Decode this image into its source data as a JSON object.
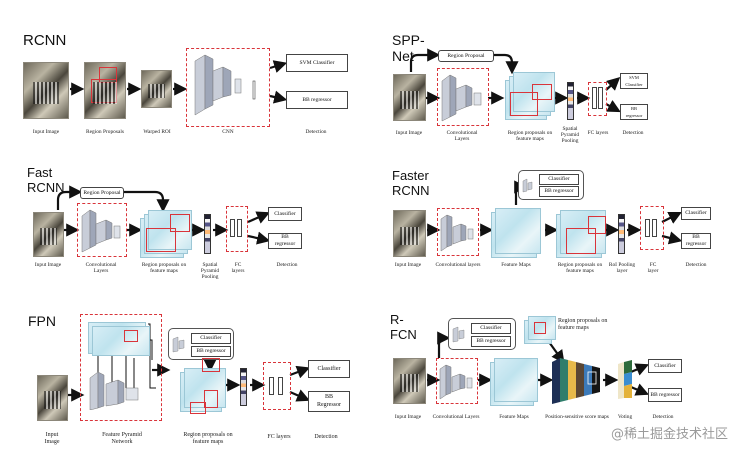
{
  "rcnn": {
    "title": "RCNN",
    "input": "Input Image",
    "proposals": "Region Proposals",
    "warped": "Warped ROI",
    "cnn": "CNN",
    "svm": "SVM Classifier",
    "bb": "BB regressor",
    "detection": "Detection"
  },
  "spp": {
    "title": "SPP-Net",
    "region_proposal": "Region Proposal",
    "input": "Input Image",
    "conv": "Convolutional\nLayers",
    "proposals": "Region proposals on\nfeature maps",
    "spatial": "Spatial\nPyramid\nPooling",
    "fc": "FC layers",
    "detection": "Detection",
    "svm": "SVM\nClassifier",
    "bb": "BB\nregressor"
  },
  "fast": {
    "title": "Fast RCNN",
    "region_proposal": "Region Proposal",
    "input": "Input Image",
    "conv": "Convolutional\nLayers",
    "proposals": "Region proposals on\nfeature maps",
    "spatial": "Spatial\nPyramid\nPooling",
    "fc": "FC\nlayers",
    "detection": "Detection",
    "classifier": "Classifier",
    "bb": "BB\nregressor"
  },
  "faster": {
    "title": "Faster RCNN",
    "classifier_top": "Classifier",
    "bb_top": "BB regressor",
    "input": "Input Image",
    "conv": "Convolutional layers",
    "fmaps": "Feature Maps",
    "proposals": "Region proposals on\nfeature maps",
    "roi": "RoI Pooling\nlayer",
    "fc": "FC\nlayer",
    "detection": "Detection",
    "classifier": "Classifier",
    "bb": "BB\nregressor"
  },
  "fpn": {
    "title": "FPN",
    "classifier_top": "Classifier",
    "bb_top": "BB regressor",
    "input": "Input\nImage",
    "pyramid": "Feature Pyramid\nNetwork",
    "proposals": "Region proposals on\nfeature maps",
    "fc": "FC layers",
    "detection": "Detection",
    "classifier": "Classifier",
    "bb": "BB\nRegressor"
  },
  "rfcn": {
    "title": "R-FCN",
    "classifier_top": "Classifier",
    "bb_top": "BB regressor",
    "proposals_top": "Region proposals on\nfeature maps",
    "input": "Input Image",
    "conv": "Convolutional Layers",
    "fmaps": "Feature Maps",
    "scoremaps": "Position-sensitive score maps",
    "voting": "Voting",
    "detection": "Detection",
    "classifier": "Classifier",
    "bb": "BB regressor"
  },
  "watermark": "@稀土掘金技术社区"
}
